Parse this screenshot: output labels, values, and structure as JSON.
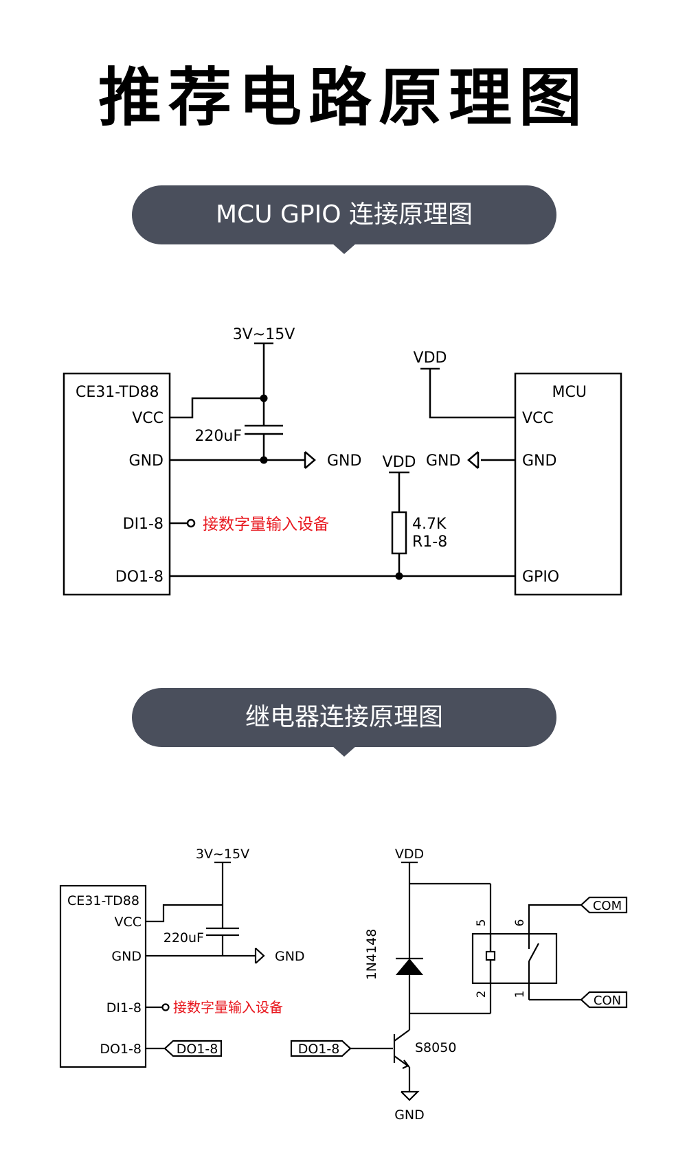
{
  "page": {
    "title": "推荐电路原理图",
    "colors": {
      "pill_bg": "#4a4f5c",
      "line": "#000000",
      "note": "#e8161d"
    }
  },
  "section1": {
    "heading": "MCU GPIO 连接原理图",
    "module": {
      "name": "CE31-TD88",
      "pins": [
        "VCC",
        "GND",
        "DI1-8",
        "DO1-8"
      ]
    },
    "supply": "3V~15V",
    "capacitor": "220uF",
    "gnd_label": "GND",
    "note": "接数字量输入设备",
    "pullup": {
      "supply": "VDD",
      "value": "4.7K",
      "ref": "R1-8"
    },
    "mcu": {
      "name": "MCU",
      "supply": "VDD",
      "pins": [
        "VCC",
        "GND",
        "GPIO"
      ],
      "gnd_label": "GND"
    }
  },
  "section2": {
    "heading": "继电器连接原理图",
    "module": {
      "name": "CE31-TD88",
      "pins": [
        "VCC",
        "GND",
        "DI1-8",
        "DO1-8"
      ]
    },
    "supply": "3V~15V",
    "capacitor": "220uF",
    "gnd_label": "GND",
    "note": "接数字量输入设备",
    "do_net": "DO1-8",
    "relay": {
      "supply": "VDD",
      "diode": "1N4148",
      "transistor": "S8050",
      "gnd_label": "GND",
      "pins": [
        "5",
        "6",
        "2",
        "1"
      ],
      "outputs": [
        "COM",
        "CON"
      ]
    }
  }
}
